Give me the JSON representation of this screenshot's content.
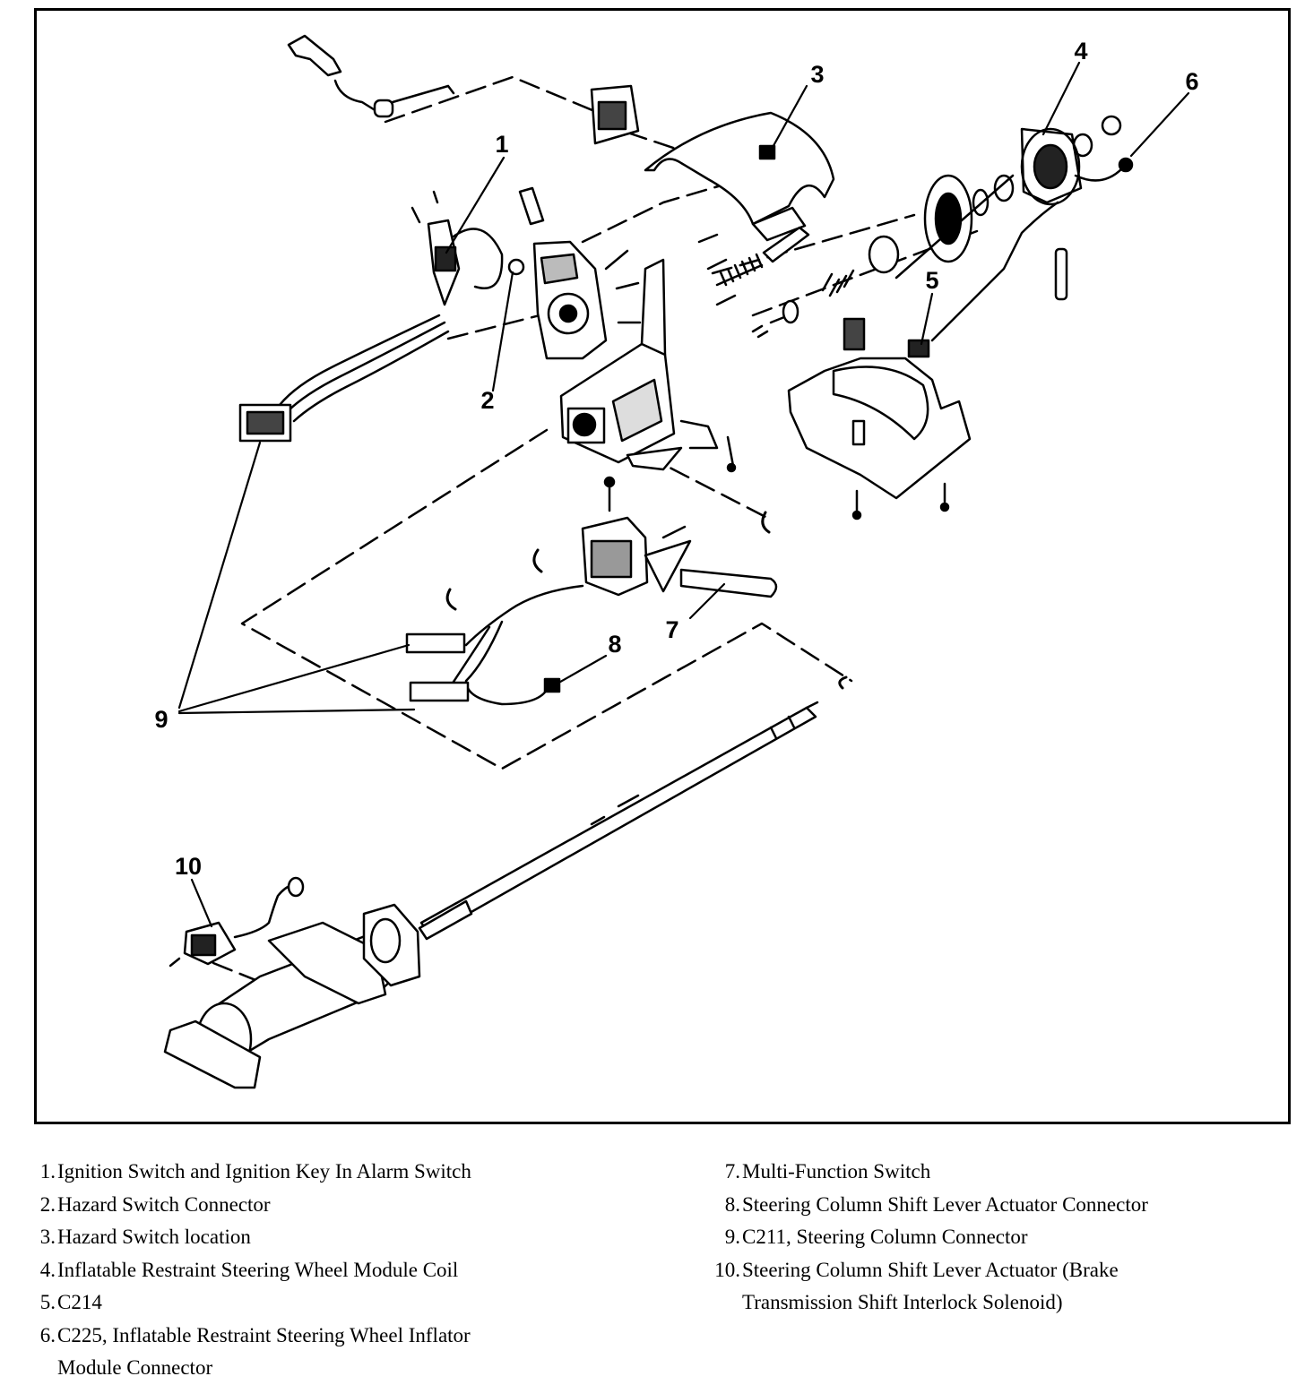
{
  "callouts": [
    "1",
    "2",
    "3",
    "4",
    "5",
    "6",
    "7",
    "8",
    "9",
    "10"
  ],
  "legend": {
    "left": [
      {
        "num": "1.",
        "text": "Ignition Switch and Ignition Key In Alarm Switch",
        "cont": ""
      },
      {
        "num": "2.",
        "text": "Hazard Switch Connector",
        "cont": ""
      },
      {
        "num": "3.",
        "text": "Hazard Switch location",
        "cont": ""
      },
      {
        "num": "4.",
        "text": "Inflatable Restraint Steering Wheel Module Coil",
        "cont": ""
      },
      {
        "num": "5.",
        "text": "C214",
        "cont": ""
      },
      {
        "num": "6.",
        "text": "C225, Inflatable Restraint Steering Wheel Inflator",
        "cont": "Module Connector"
      }
    ],
    "right": [
      {
        "num": "7.",
        "text": "Multi-Function Switch",
        "cont": ""
      },
      {
        "num": "8.",
        "text": "Steering Column Shift Lever Actuator Connector",
        "cont": ""
      },
      {
        "num": "9.",
        "text": "C211, Steering Column Connector",
        "cont": ""
      },
      {
        "num": "10.",
        "text": "Steering Column Shift Lever Actuator (Brake",
        "cont": "Transmission Shift Interlock Solenoid)"
      }
    ]
  }
}
